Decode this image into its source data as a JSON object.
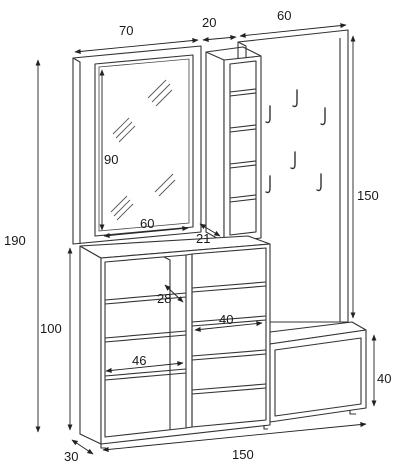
{
  "diagram": {
    "colors": {
      "line": "#333333",
      "text": "#1a1a1a",
      "background": "#ffffff"
    },
    "labels": {
      "mirror_width": "70",
      "tower_width": "20",
      "hook_panel_width": "60",
      "total_height": "190",
      "mirror_height": "90",
      "mirror_inner_width": "60",
      "tower_depth": "21",
      "hook_panel_height": "150",
      "shelf_depth": "28",
      "cabinet_height": "100",
      "shelf_width_right": "40",
      "shelf_width_left": "46",
      "bench_height": "40",
      "base_depth": "30",
      "total_width": "150"
    }
  }
}
